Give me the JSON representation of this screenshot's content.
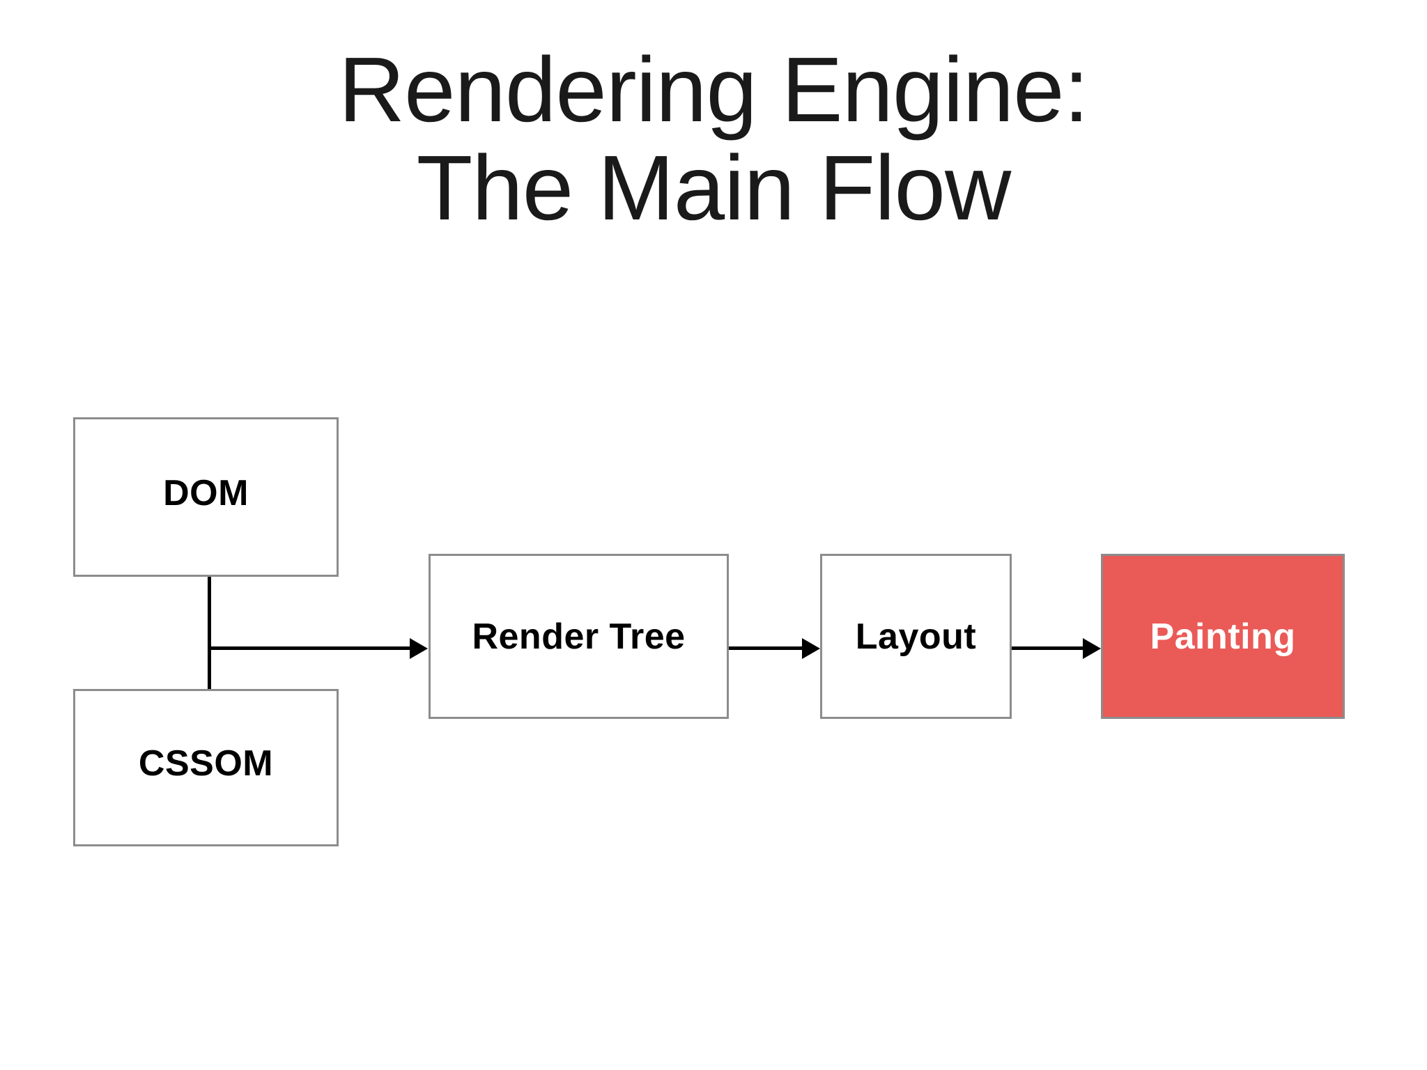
{
  "slide": {
    "title_line_1": "Rendering Engine:",
    "title_line_2": "The Main Flow",
    "background_color": "#ffffff"
  },
  "diagram": {
    "type": "flowchart",
    "orientation": "left-to-right",
    "node_border_color": "#8c8c8c",
    "node_fill_color": "#ffffff",
    "connector_color": "#000000",
    "highlight_color": "#ea5a57",
    "highlight_text_color": "#ffffff",
    "nodes": [
      {
        "id": "dom",
        "label": "DOM",
        "fill": "#ffffff",
        "text_color": "#000000"
      },
      {
        "id": "cssom",
        "label": "CSSOM",
        "fill": "#ffffff",
        "text_color": "#000000"
      },
      {
        "id": "render",
        "label": "Render Tree",
        "fill": "#ffffff",
        "text_color": "#000000"
      },
      {
        "id": "layout",
        "label": "Layout",
        "fill": "#ffffff",
        "text_color": "#000000"
      },
      {
        "id": "paint",
        "label": "Painting",
        "fill": "#ea5a57",
        "text_color": "#ffffff"
      }
    ],
    "edges": [
      {
        "from": "dom",
        "to": "render",
        "style": "elbow-merge",
        "arrow": true
      },
      {
        "from": "cssom",
        "to": "render",
        "style": "elbow-merge",
        "arrow": true
      },
      {
        "from": "render",
        "to": "layout",
        "style": "straight",
        "arrow": true
      },
      {
        "from": "layout",
        "to": "paint",
        "style": "straight",
        "arrow": true
      }
    ]
  }
}
